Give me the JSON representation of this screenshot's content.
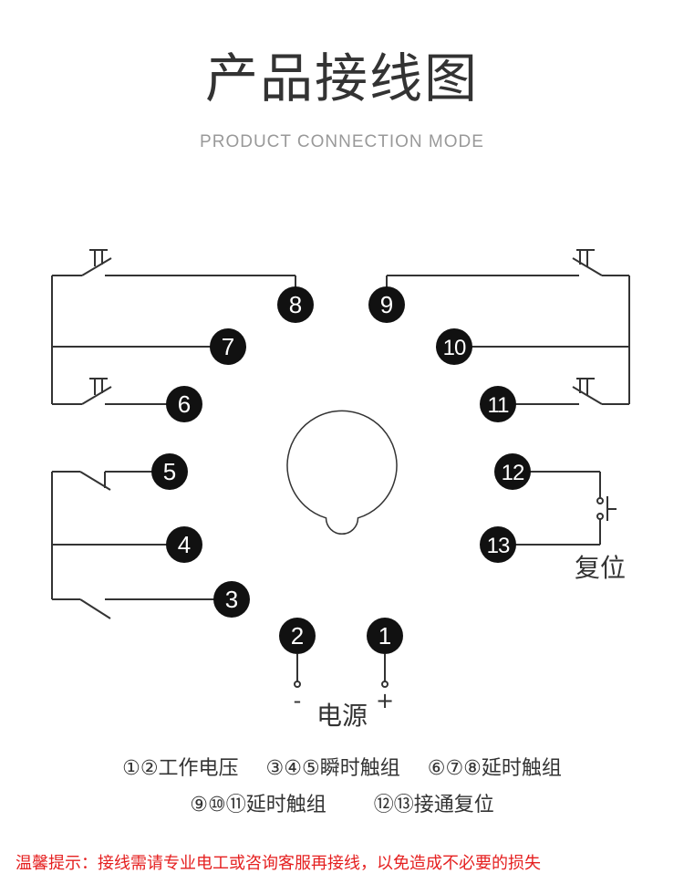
{
  "title": "产品接线图",
  "subtitle": "PRODUCT CONNECTION MODE",
  "pins": [
    "1",
    "2",
    "3",
    "4",
    "5",
    "6",
    "7",
    "8",
    "9",
    "10",
    "11",
    "12",
    "13"
  ],
  "labels": {
    "power": "电源",
    "minus": "-",
    "plus": "+",
    "reset": "复位"
  },
  "legend": {
    "row1": [
      "①②工作电压",
      "③④⑤瞬时触组",
      "⑥⑦⑧延时触组"
    ],
    "row2": [
      "⑨⑩⑪延时触组",
      "⑫⑬接通复位"
    ]
  },
  "warning": "温馨提示：接线需请专业电工或咨询客服再接线，以免造成不必要的损失",
  "colors": {
    "line": "#333333",
    "pin_fill": "#111111",
    "pin_text": "#ffffff",
    "warning": "#e52020",
    "subtitle": "#999999"
  }
}
